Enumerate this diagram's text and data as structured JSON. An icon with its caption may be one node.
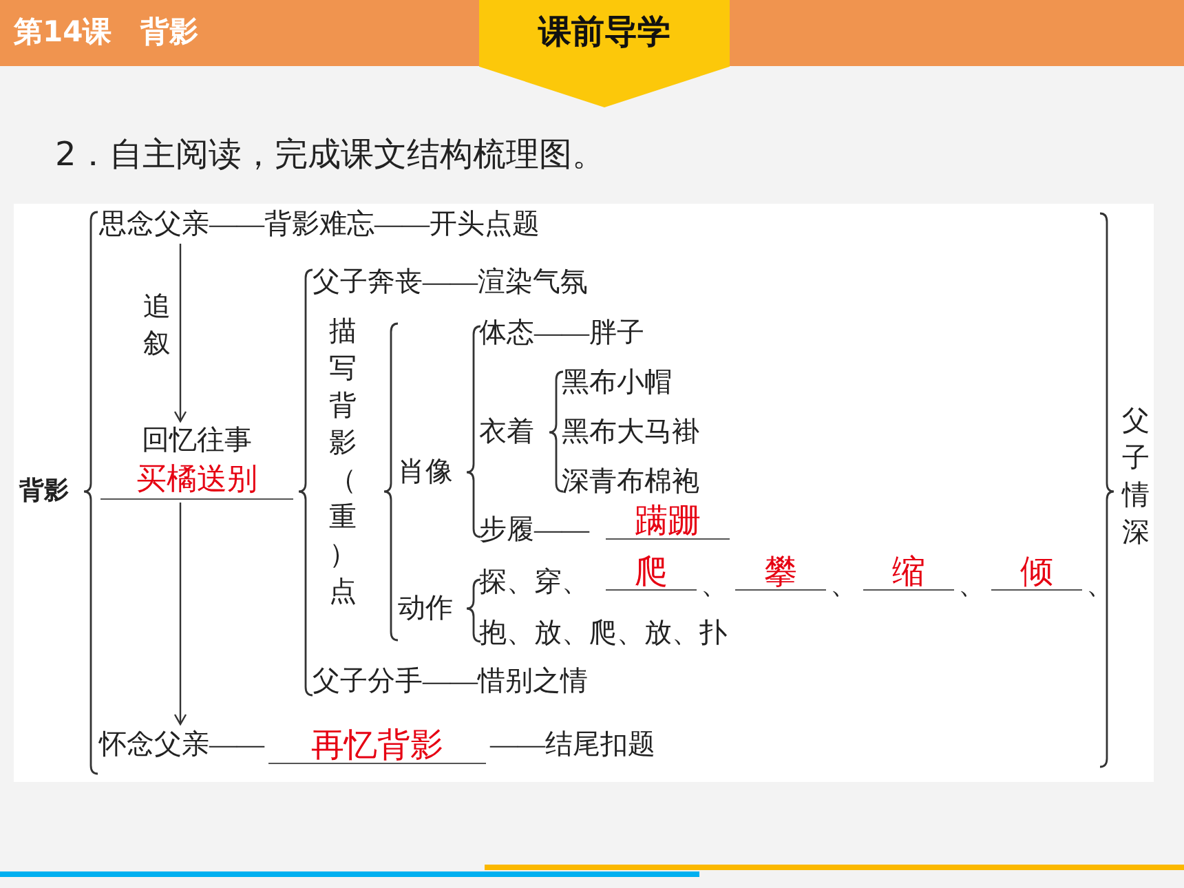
{
  "diagram": {
    "title": "2．自主阅读，完成课文结构梳理图。",
    "nodes": [
      {
        "text": [
          "背影"
        ]
      },
      {
        "text": [
          "思念父亲——背影难忘——开头点题"
        ]
      },
      {
        "text": [
          "回忆往事",
          "买橘送别"
        ]
      },
      {
        "text": [
          "怀念父亲——",
          "再忆背影",
          "——结尾扣题"
        ]
      }
    ],
    "edges": [
      {
        "from": 1,
        "to": 2,
        "arrow": "to",
        "label": "追叙"
      },
      {
        "from": 2,
        "to": 3,
        "arrow": "to"
      }
    ],
    "labels": [
      "第14课　背影",
      "课前导学",
      "父子奔丧——渲染气氛",
      "描写背影（重）点",
      "肖像",
      "体态——胖子",
      "衣着",
      "黑布小帽",
      "黑布大马褂",
      "深青布棉袍",
      "步履——",
      "蹒跚",
      "动作",
      "探、穿、",
      "爬",
      "、",
      "攀",
      "、",
      "缩",
      "、",
      "倾",
      "、",
      "抱、放、爬、放、扑",
      "父子分手——惜别之情",
      "父子情深"
    ]
  }
}
